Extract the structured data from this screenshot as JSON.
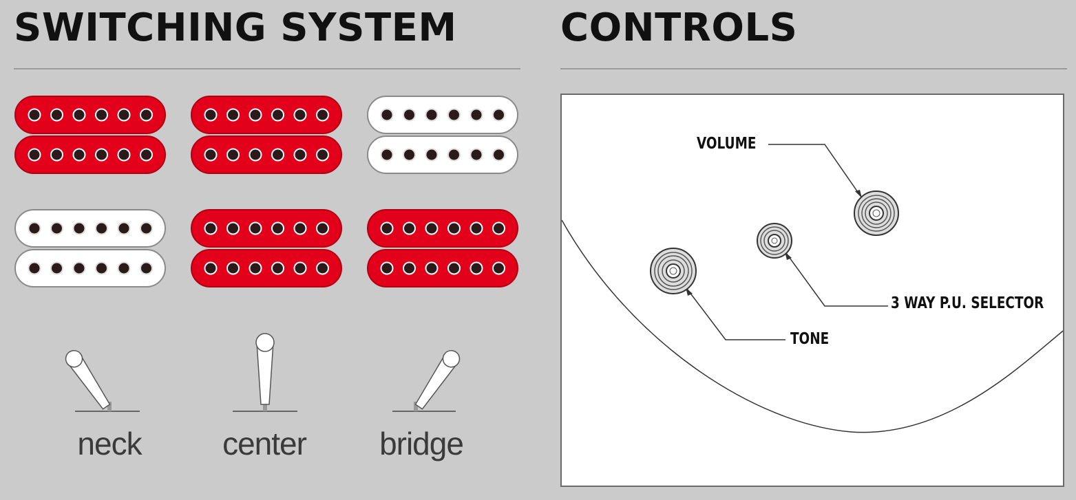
{
  "switching": {
    "title": "SWITCHING SYSTEM",
    "pickup_colors": {
      "active": "#e2001a",
      "inactive": "#ffffff"
    },
    "positions": [
      {
        "label": "neck",
        "top_row": [
          "active",
          "inactive"
        ]
      },
      {
        "label": "center",
        "top_row": [
          "active",
          "active"
        ]
      },
      {
        "label": "bridge",
        "top_row": [
          "inactive",
          "active"
        ]
      }
    ]
  },
  "controls": {
    "title": "CONTROLS",
    "labels": {
      "volume": "VOLUME",
      "selector": "3 WAY P.U. SELECTOR",
      "tone": "TONE"
    }
  }
}
